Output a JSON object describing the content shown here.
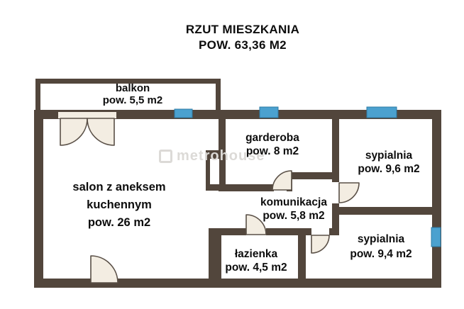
{
  "title": {
    "line1": "RZUT MIESZKANIA",
    "line2": "POW. 63,36 M2"
  },
  "watermark": {
    "text": "metrohouse"
  },
  "rooms": {
    "balkon": {
      "name": "balkon",
      "area": "pow. 5,5 m2"
    },
    "salon": {
      "name_line1": "salon z aneksem",
      "name_line2": "kuchennym",
      "area": "pow. 26 m2"
    },
    "garderoba": {
      "name": "garderoba",
      "area": "pow. 8 m2"
    },
    "sypialnia_gorna": {
      "name": "sypialnia",
      "area": "pow. 9,6 m2"
    },
    "komunikacja": {
      "name": "komunikacja",
      "area": "pow. 5,8 m2"
    },
    "lazienka": {
      "name": "łazienka",
      "area": "pow. 4,5 m2"
    },
    "sypialnia_dolna": {
      "name": "sypialnia",
      "area": "pow. 9,4 m2"
    }
  },
  "colors": {
    "wall": "#52463c",
    "window_fill": "#4ba1cf",
    "window_border": "#2e7ba6",
    "door_fill": "#f3ede2",
    "door_stroke": "#5a5047",
    "text": "#0d0d0d",
    "watermark": "#dcdad7"
  }
}
